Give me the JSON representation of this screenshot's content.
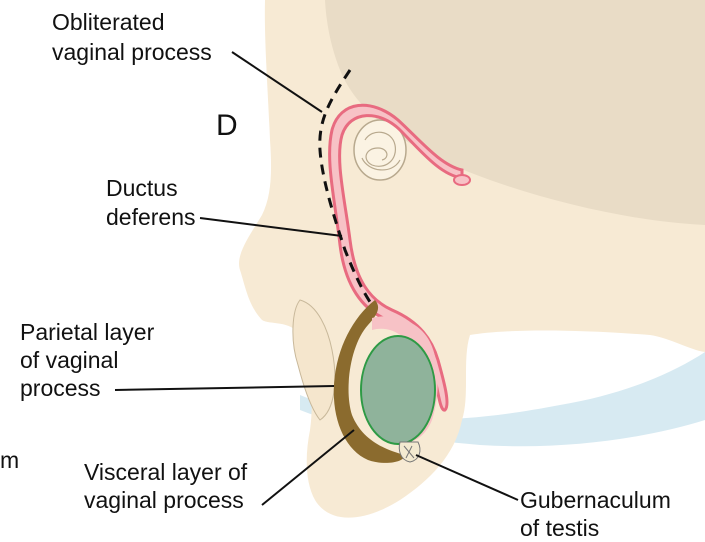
{
  "panel_letter": "D",
  "labels": {
    "obliterated_vaginal_process": [
      "Obliterated",
      "vaginal process"
    ],
    "ductus_deferens": [
      "Ductus",
      "deferens"
    ],
    "parietal_layer": [
      "Parietal layer",
      "of vaginal",
      "process"
    ],
    "visceral_layer": [
      "Visceral layer of",
      "vaginal process"
    ],
    "gubernaculum": [
      "Gubernaculum",
      "of testis"
    ],
    "cut_off_fragment": "m"
  },
  "colors": {
    "body_skin": "#f7ead4",
    "shadow": "#d7eaf2",
    "abdominal_cavity": "#e9dcc6",
    "ductus_wall": "#e86b80",
    "ductus_fill": "#f7c2c6",
    "testis": "#8fb39b",
    "testis_outline": "#2e9a45",
    "vaginal_layer": "#8b6b2e"
  }
}
